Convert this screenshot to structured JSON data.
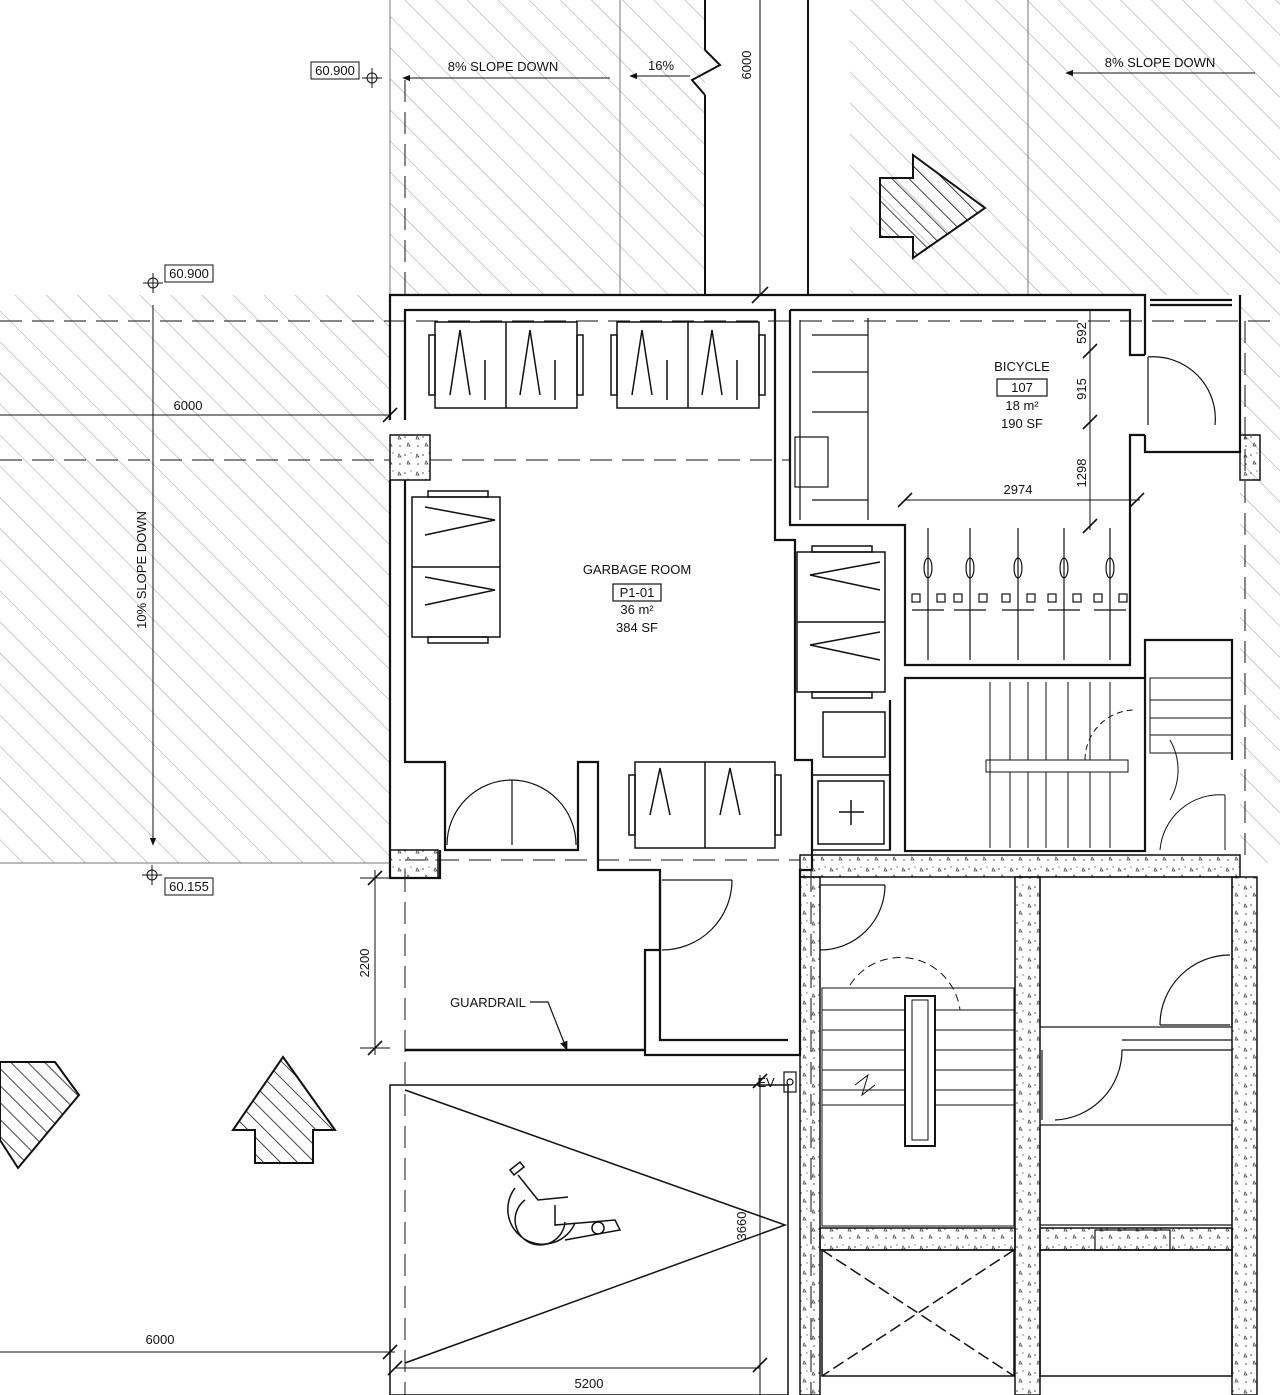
{
  "elevations": {
    "top_left": "60.900",
    "mid_left": "60.900",
    "lower_left": "60.155"
  },
  "slopes": {
    "top_left": "8% SLOPE DOWN",
    "top_mid": "16%",
    "top_right": "8% SLOPE DOWN",
    "left": "10% SLOPE DOWN"
  },
  "dimensions": {
    "ramp_width": "6000",
    "left_width": "6000",
    "bottom_left": "6000",
    "bike_592": "592",
    "bike_915": "915",
    "bike_1298": "1298",
    "bike_2974": "2974",
    "guard_2200": "2200",
    "stall_3660": "3660",
    "stall_5200": "5200"
  },
  "rooms": {
    "garbage": {
      "name": "GARBAGE ROOM",
      "number": "P1-01",
      "area_m": "36 m²",
      "area_sf": "384 SF"
    },
    "bicycle": {
      "name": "BICYCLE",
      "number": "107",
      "area_m": "18 m²",
      "area_sf": "190 SF"
    }
  },
  "labels": {
    "guardrail": "GUARDRAIL",
    "ev": "EV"
  },
  "colors": {
    "line": "#111111",
    "hatch": "#9a9a9a"
  }
}
